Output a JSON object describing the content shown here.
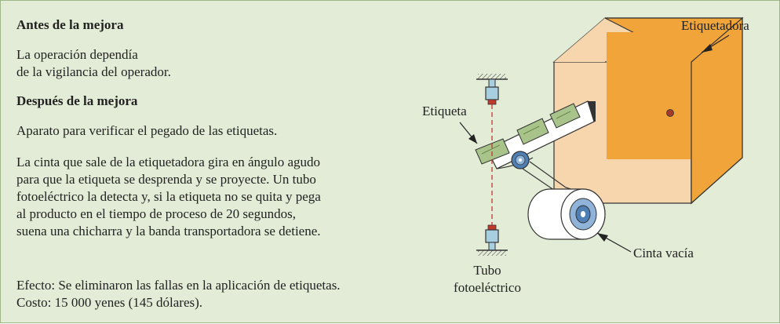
{
  "text": {
    "heading_before": "Antes de la mejora",
    "before_lines": [
      "La operación dependía",
      "de la vigilancia del operador."
    ],
    "heading_after": "Después de la mejora",
    "after_intro": "Aparato para verificar el pegado de las etiquetas.",
    "after_body_lines": [
      "La cinta que sale de la etiquetadora gira en ángulo agudo",
      "para que la etiqueta se desprenda y se proyecte. Un tubo",
      "fotoeléctrico la detecta y, si la etiqueta no se quita y pega",
      "al producto en el tiempo de proceso de 20 segundos,",
      "suena una chicharra y la banda transportadora se detiene."
    ],
    "effect": "Efecto: Se eliminaron las fallas en la aplicación de etiquetas.",
    "cost": "Costo: 15 000 yenes (145 dólares)."
  },
  "diagram_labels": {
    "labeler": "Etiquetadora",
    "label": "Etiqueta",
    "empty_tape": "Cinta vacía",
    "photo_tube": [
      "Tubo",
      "fotoeléctrico"
    ]
  },
  "colors": {
    "background": "#e3ecd6",
    "labeler_front": "#f0a43a",
    "labeler_side": "#f7d6ad",
    "label_fill": "#a8c48a",
    "sensor_fill": "#a8cfe0",
    "roll_fill": "#4f7fb5",
    "beam": "#c0392b"
  }
}
